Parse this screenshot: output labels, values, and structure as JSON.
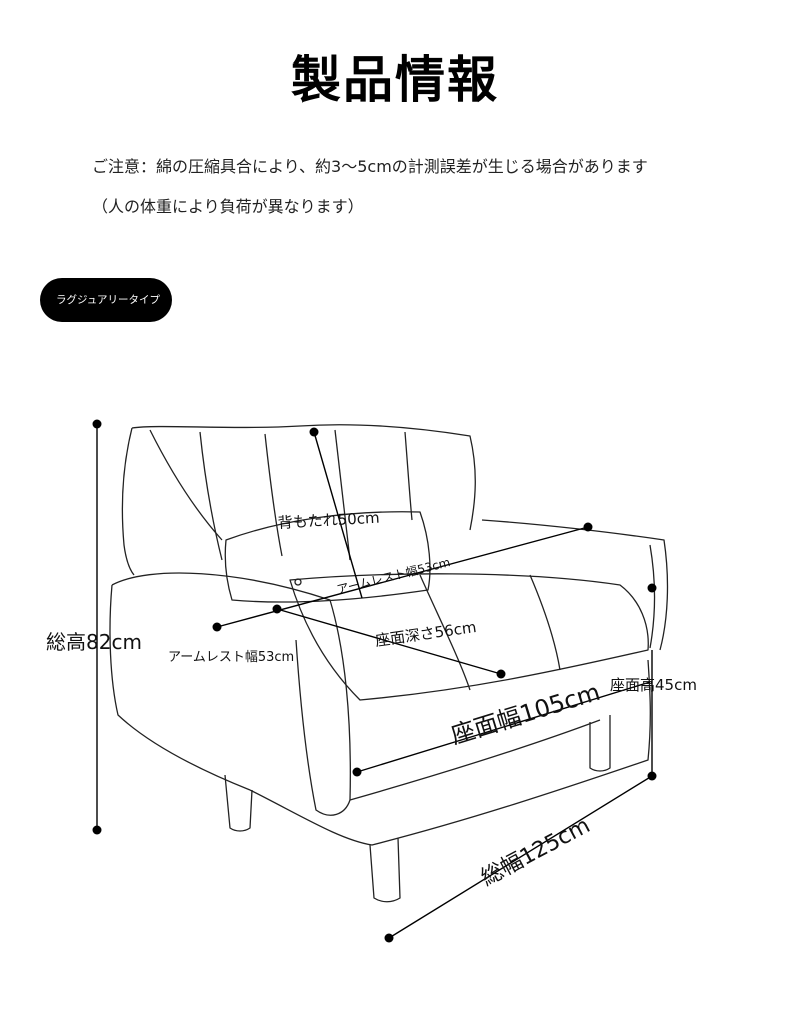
{
  "title": "製品情報",
  "notice_line1": "ご注意：綿の圧縮具合により、約3〜5cmの計測誤差が生じる場合があります",
  "notice_line2": "（人の体重により負荷が異なります）",
  "type_label": "ラグジュアリータイプ",
  "dimensions": {
    "backrest": "背もたれ50cm",
    "armrest_width_back": "アームレスト幅53cm",
    "armrest_width_front": "アームレスト幅53cm",
    "seat_depth": "座面深さ56cm",
    "seat_width": "座面幅105cm",
    "seat_height": "座面高45cm",
    "total_height": "総高82cm",
    "total_width": "総幅125cm"
  }
}
